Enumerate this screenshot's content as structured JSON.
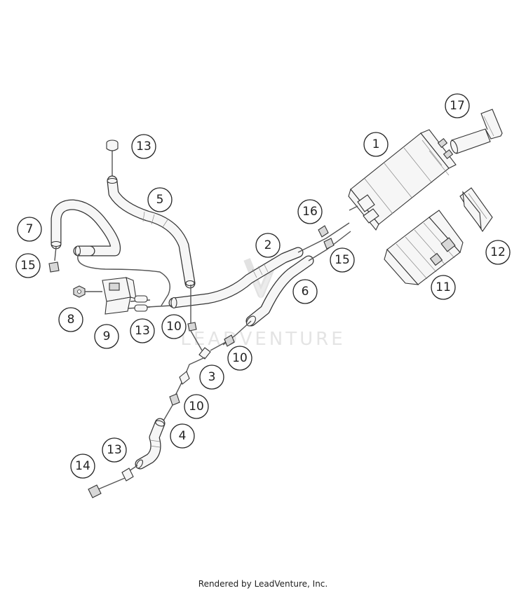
{
  "watermark": "LEADVENTURE",
  "footer": "Rendered by LeadVenture, Inc.",
  "callouts": [
    {
      "id": "c1",
      "label": "1"
    },
    {
      "id": "c2",
      "label": "2"
    },
    {
      "id": "c3",
      "label": "3"
    },
    {
      "id": "c4",
      "label": "4"
    },
    {
      "id": "c5",
      "label": "5"
    },
    {
      "id": "c6",
      "label": "6"
    },
    {
      "id": "c7",
      "label": "7"
    },
    {
      "id": "c8",
      "label": "8"
    },
    {
      "id": "c9",
      "label": "9"
    },
    {
      "id": "c10a",
      "label": "10"
    },
    {
      "id": "c10b",
      "label": "10"
    },
    {
      "id": "c10c",
      "label": "10"
    },
    {
      "id": "c11",
      "label": "11"
    },
    {
      "id": "c12",
      "label": "12"
    },
    {
      "id": "c13a",
      "label": "13"
    },
    {
      "id": "c13b",
      "label": "13"
    },
    {
      "id": "c13c",
      "label": "13"
    },
    {
      "id": "c14",
      "label": "14"
    },
    {
      "id": "c15a",
      "label": "15"
    },
    {
      "id": "c15b",
      "label": "15"
    },
    {
      "id": "c16",
      "label": "16"
    },
    {
      "id": "c17",
      "label": "17"
    }
  ]
}
